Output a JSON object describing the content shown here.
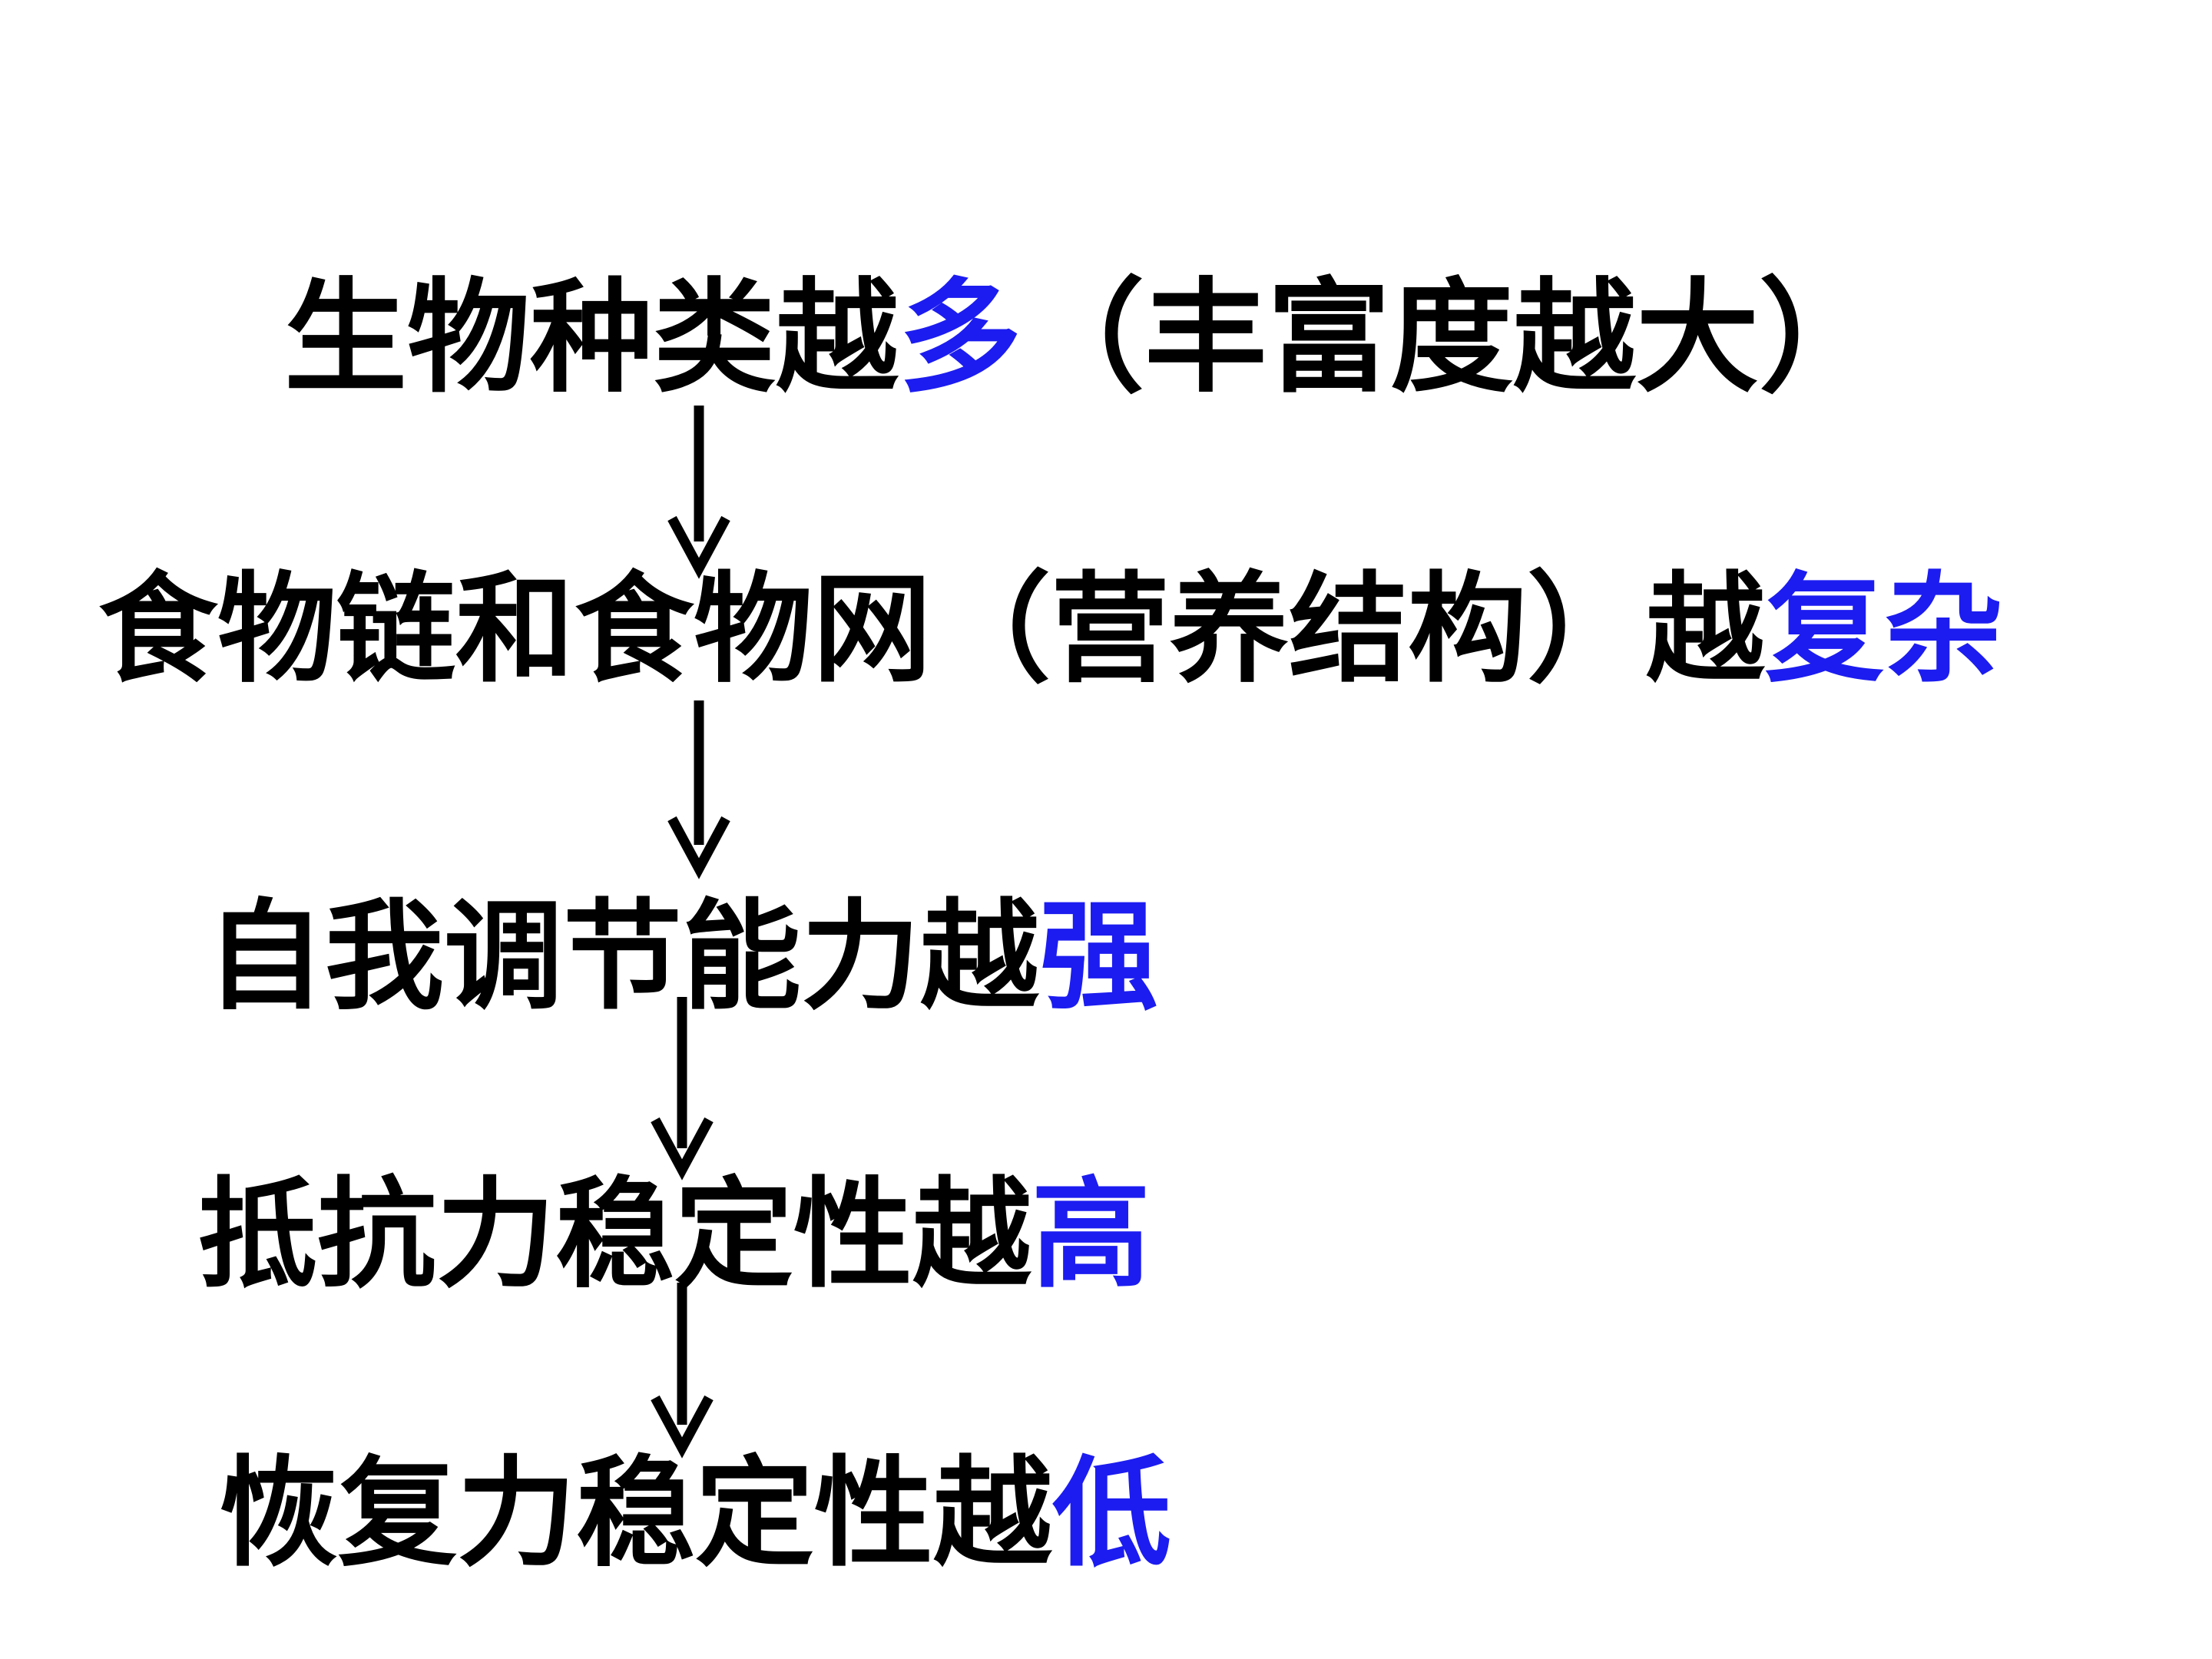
{
  "diagram": {
    "colors": {
      "text": "#000000",
      "accent": "#1c1cf0",
      "arrow": "#000000",
      "background": "#ffffff"
    },
    "lines": [
      {
        "main": "生物种类越",
        "highlight": "多",
        "tail": "（丰富度越大）"
      },
      {
        "main": "食物链和食物网（营养结构）越",
        "highlight": "复杂",
        "tail": ""
      },
      {
        "main": "自我调节能力越",
        "highlight": "强",
        "tail": ""
      },
      {
        "main": "抵抗力稳定性越",
        "highlight": "高",
        "tail": ""
      },
      {
        "main": "恢复力稳定性越",
        "highlight": "低",
        "tail": ""
      }
    ],
    "arrows": [
      {
        "from": 0,
        "to": 1
      },
      {
        "from": 1,
        "to": 2
      },
      {
        "from": 2,
        "to": 3
      },
      {
        "from": 3,
        "to": 4
      }
    ]
  }
}
